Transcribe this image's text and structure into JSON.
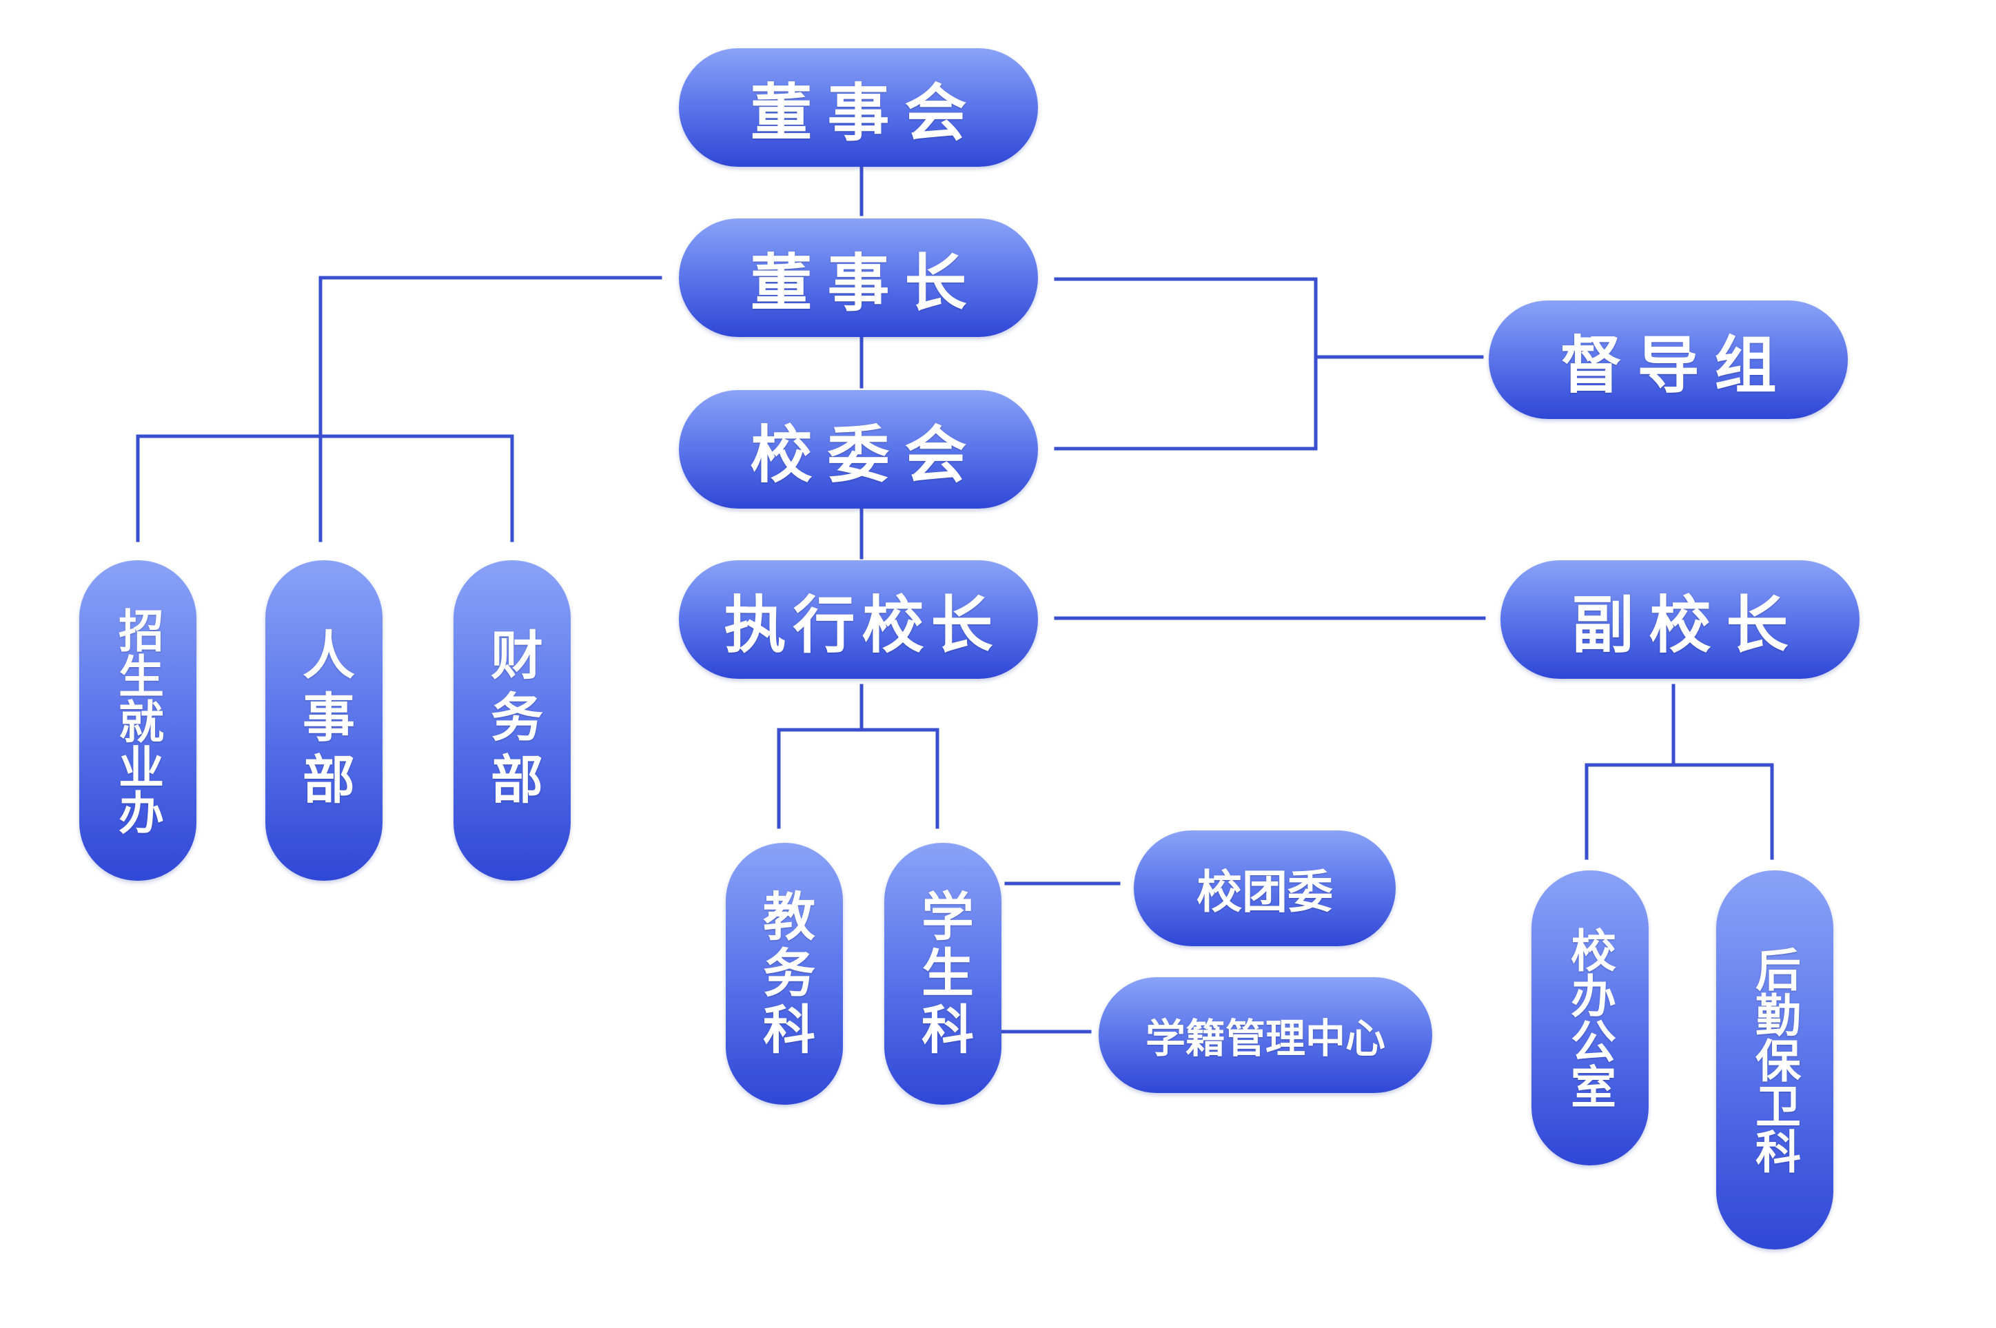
{
  "org_chart": {
    "board": "董事会",
    "chairman": "董事长",
    "school_committee": "校委会",
    "executive_principal": "执行校长",
    "supervision_group": "督导组",
    "vice_principal": "副校长",
    "enrollment_office": "招生就业办",
    "hr_department": "人事部",
    "finance_department": "财务部",
    "academic_affairs": "教务科",
    "student_affairs": "学生科",
    "youth_league": "校团委",
    "registry_center": "学籍管理中心",
    "principal_office": "校办公室",
    "logistics_security": "后勤保卫科"
  },
  "colors": {
    "node_top": "#8aa3f7",
    "node_bottom": "#2f47d6",
    "connector": "#3a4fd0",
    "text": "#ffffff",
    "background": "#ffffff"
  }
}
